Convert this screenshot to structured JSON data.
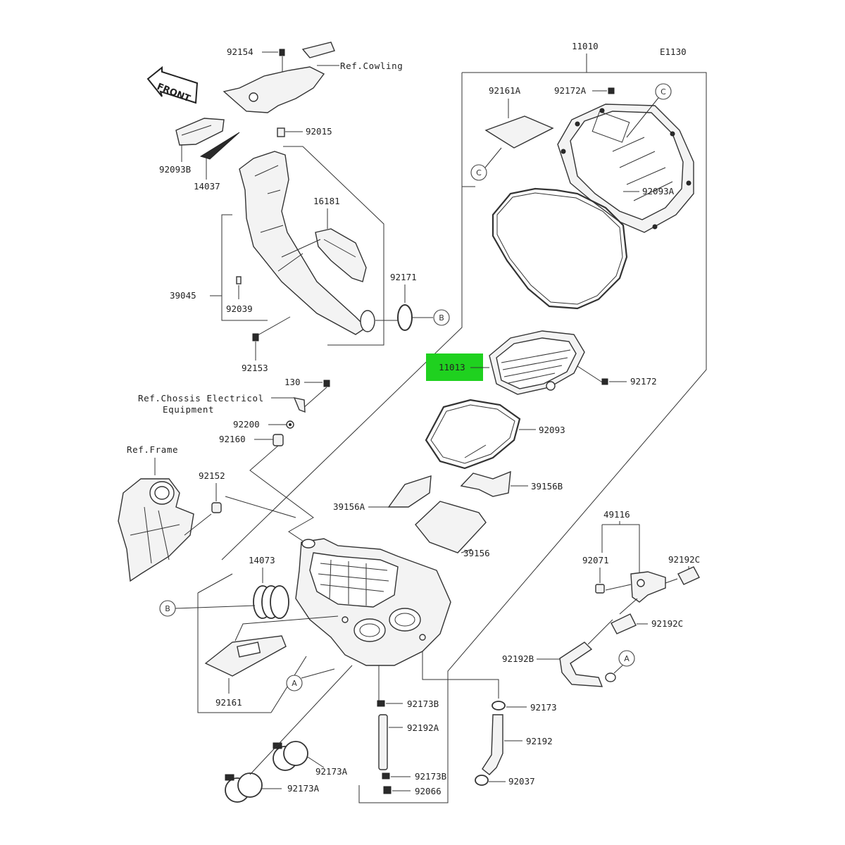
{
  "diagram": {
    "code": "E1130",
    "front_label": "FRONT",
    "highlight_color": "#1fd11f",
    "highlighted_part": "11013",
    "refs": {
      "cowling": "Ref.Cowling",
      "chassis_line1": "Ref.Chossis Electricol",
      "chassis_line2": "Equipment",
      "frame": "Ref.Frame"
    },
    "markers": {
      "a": "A",
      "b": "B",
      "c": "C"
    },
    "parts": {
      "p11010": "11010",
      "p92161A": "92161A",
      "p92172A": "92172A",
      "p92093A": "92093A",
      "p11013": "11013",
      "p92172": "92172",
      "p92093": "92093",
      "p39156B": "39156B",
      "p39156A": "39156A",
      "p39156": "39156",
      "p92154": "92154",
      "p92015": "92015",
      "p92093B": "92093B",
      "p14037": "14037",
      "p16181": "16181",
      "p39045": "39045",
      "p92039": "92039",
      "p92171": "92171",
      "p92153": "92153",
      "p130": "130",
      "p92200": "92200",
      "p92160": "92160",
      "p92152": "92152",
      "p14073": "14073",
      "p92161": "92161",
      "p49116": "49116",
      "p92071": "92071",
      "p92192C_1": "92192C",
      "p92192C_2": "92192C",
      "p92192B": "92192B",
      "p92173B_1": "92173B",
      "p92192A": "92192A",
      "p92173B_2": "92173B",
      "p92066": "92066",
      "p92173": "92173",
      "p92192": "92192",
      "p92037": "92037",
      "p92173A_1": "92173A",
      "p92173A_2": "92173A"
    }
  }
}
